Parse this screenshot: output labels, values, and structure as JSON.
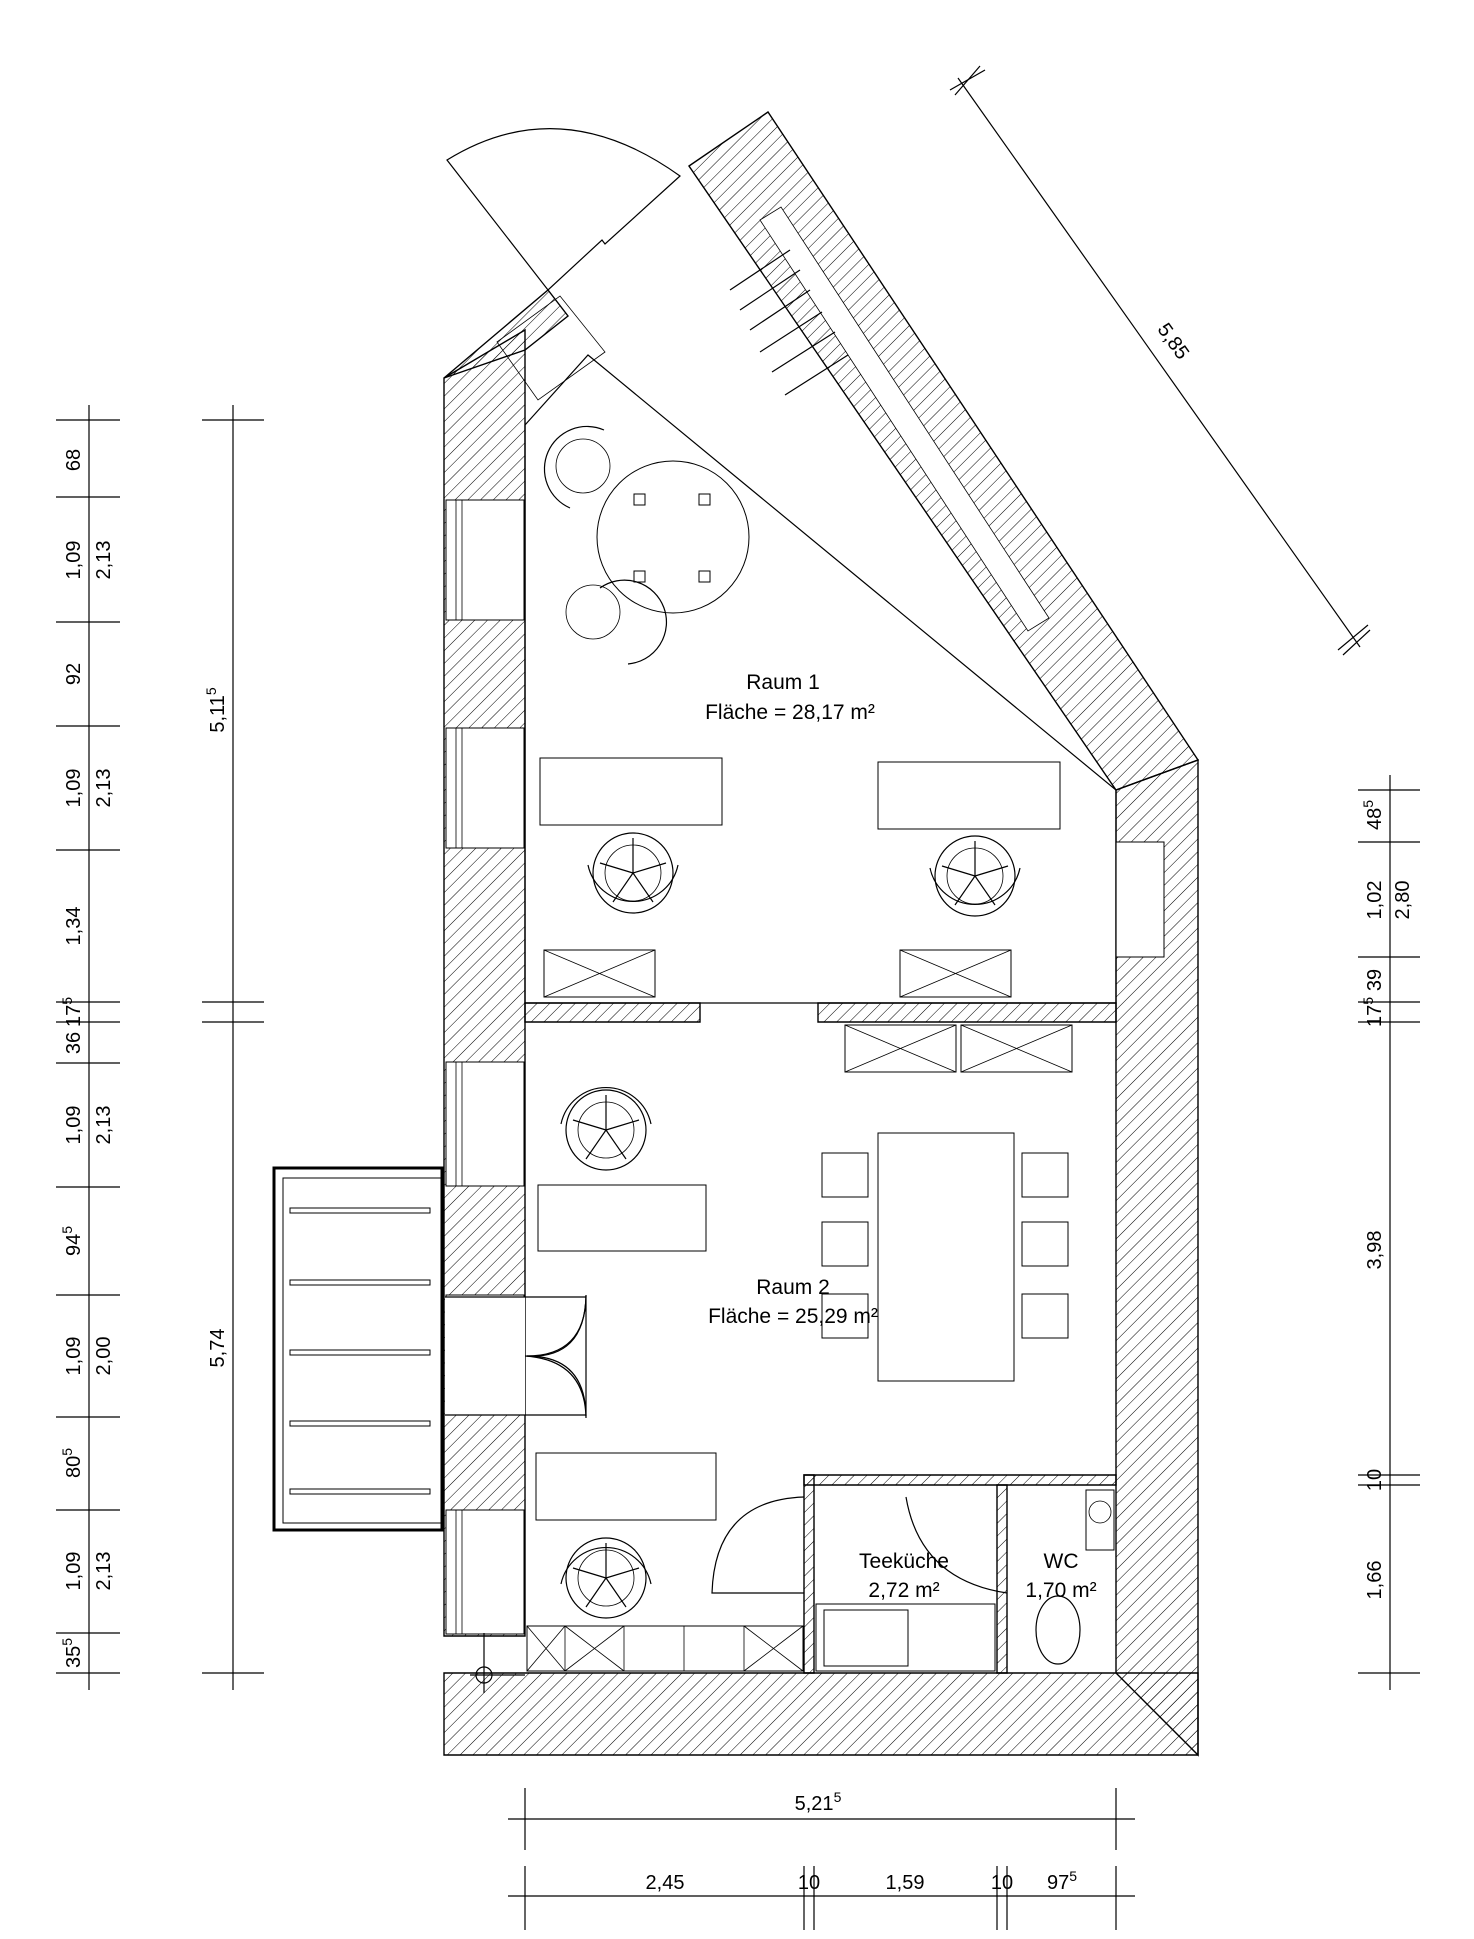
{
  "rooms": {
    "raum1": {
      "name": "Raum 1",
      "area": "Fläche = 28,17 m²"
    },
    "raum2": {
      "name": "Raum 2",
      "area": "Fläche = 25,29 m²"
    },
    "kitchen": {
      "name": "Teeküche",
      "area": "2,72 m²"
    },
    "wc": {
      "name": "WC",
      "area": "1,70 m²"
    }
  },
  "dimensions": {
    "diagonal": "5,85",
    "left_outer": {
      "d68": "68",
      "d109a": "1,09",
      "d92": "92",
      "d109b": "1,09",
      "d134": "1,34",
      "d17": "17",
      "d36": "36",
      "d109c": "1,09",
      "d945": "94",
      "d109d": "1,09",
      "d805": "80",
      "d109e": "1,09",
      "d35": "35"
    },
    "left_inner": {
      "d213a": "2,13",
      "d213b": "2,13",
      "d213c": "2,13",
      "d200": "2,00",
      "d213d": "2,13"
    },
    "left_total": {
      "upper": "5,11",
      "lower": "5,74"
    },
    "right": {
      "d485": "48",
      "d102": "1,02",
      "d280": "2,80",
      "d39": "39",
      "d17": "17",
      "d398": "3,98",
      "d10": "10",
      "d166": "1,66"
    },
    "bottom_total": "5,21",
    "bottom": {
      "d245": "2,45",
      "d10a": "10",
      "d159": "1,59",
      "d10b": "10",
      "d975": "97"
    },
    "superscript": "5"
  }
}
